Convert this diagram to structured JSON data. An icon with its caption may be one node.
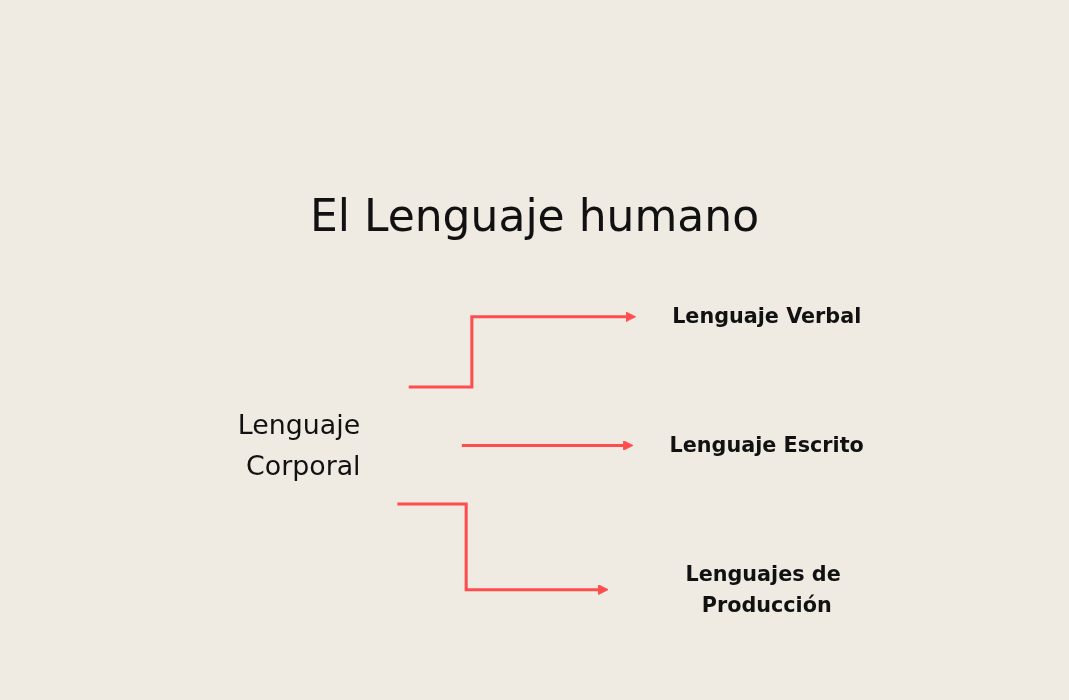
{
  "diagram": {
    "title": "El Lenguaje humano",
    "nodes": [
      {
        "text": [
          "Lenguaje Corporal"
        ]
      },
      {
        "text": [
          "Lenguaje Verbal"
        ]
      },
      {
        "text": [
          "Lenguaje Escrito"
        ]
      },
      {
        "text": [
          "Lenguajes de Producción"
        ]
      }
    ],
    "edges": [
      {
        "from": 0,
        "to": 1,
        "arrow": "to",
        "color": "#ff4d4d"
      },
      {
        "from": 0,
        "to": 2,
        "arrow": "to",
        "color": "#ff4d4d"
      },
      {
        "from": 0,
        "to": 3,
        "arrow": "to",
        "color": "#ff4d4d"
      }
    ]
  }
}
